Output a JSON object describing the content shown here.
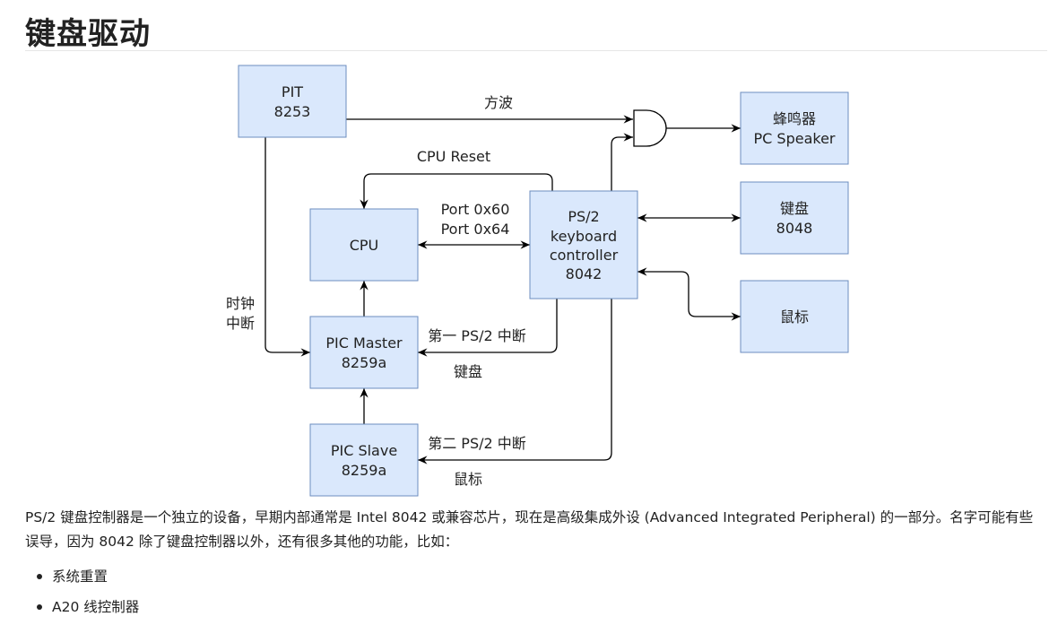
{
  "heading": "键盘驱动",
  "diagram": {
    "boxes": {
      "pit": [
        "PIT",
        "8253"
      ],
      "speaker": [
        "蜂鸣器",
        "PC Speaker"
      ],
      "cpu": [
        "CPU"
      ],
      "ps2": [
        "PS/2",
        "keyboard",
        "controller",
        "8042"
      ],
      "keyboard": [
        "键盘",
        "8048"
      ],
      "mouse": [
        "鼠标"
      ],
      "pic_master": [
        "PIC Master",
        "8259a"
      ],
      "pic_slave": [
        "PIC Slave",
        "8259a"
      ]
    },
    "labels": {
      "square_wave": "方波",
      "cpu_reset": "CPU Reset",
      "port60": "Port 0x60",
      "port64": "Port 0x64",
      "clock1": "时钟",
      "clock2": "中断",
      "irq1": "第一 PS/2 中断",
      "irq1_sub": "键盘",
      "irq2": "第二 PS/2 中断",
      "irq2_sub": "鼠标"
    }
  },
  "paragraph": "PS/2 键盘控制器是一个独立的设备，早期内部通常是 Intel 8042 或兼容芯片，现在是高级集成外设 (Advanced Integrated Peripheral) 的一部分。名字可能有些误导，因为 8042 除了键盘控制器以外，还有很多其他的功能，比如：",
  "bullets": [
    "系统重置",
    "A20 线控制器"
  ]
}
